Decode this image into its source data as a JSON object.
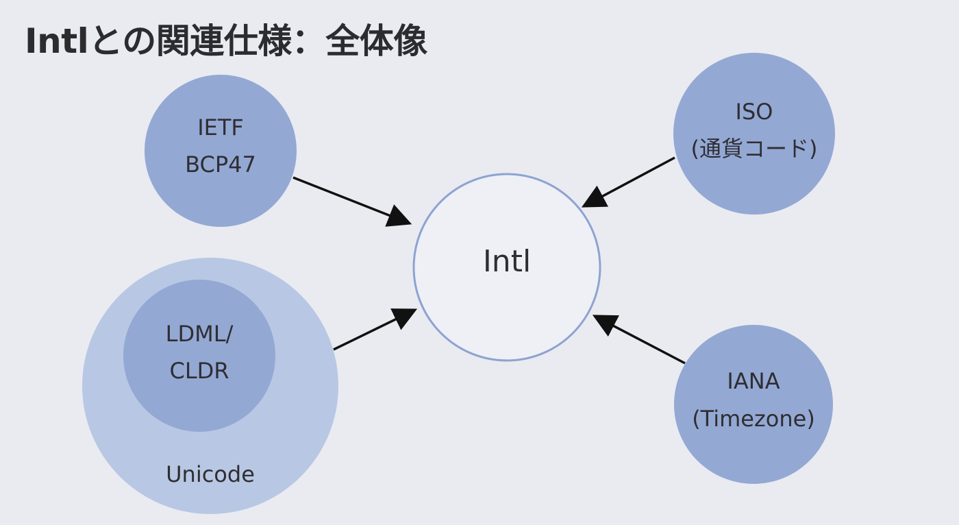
{
  "title": "Intlとの関連仕様：全体像",
  "center": {
    "label": "Intl"
  },
  "nodes": {
    "ietf": {
      "lines": [
        "IETF",
        "BCP47"
      ]
    },
    "iso": {
      "lines": [
        "ISO",
        "(通貨コード)"
      ]
    },
    "unicode": {
      "label": "Unicode"
    },
    "ldml": {
      "lines": [
        "LDML/",
        "CLDR"
      ]
    },
    "iana": {
      "lines": [
        "IANA",
        "(Timezone)"
      ]
    }
  },
  "colors": {
    "background": "#e9ebf1",
    "node_fill": "#94a8d4",
    "unicode_fill": "#b8c7e3",
    "center_stroke": "#8ea3d0",
    "arrow": "#111111",
    "text": "#2e2e32"
  }
}
